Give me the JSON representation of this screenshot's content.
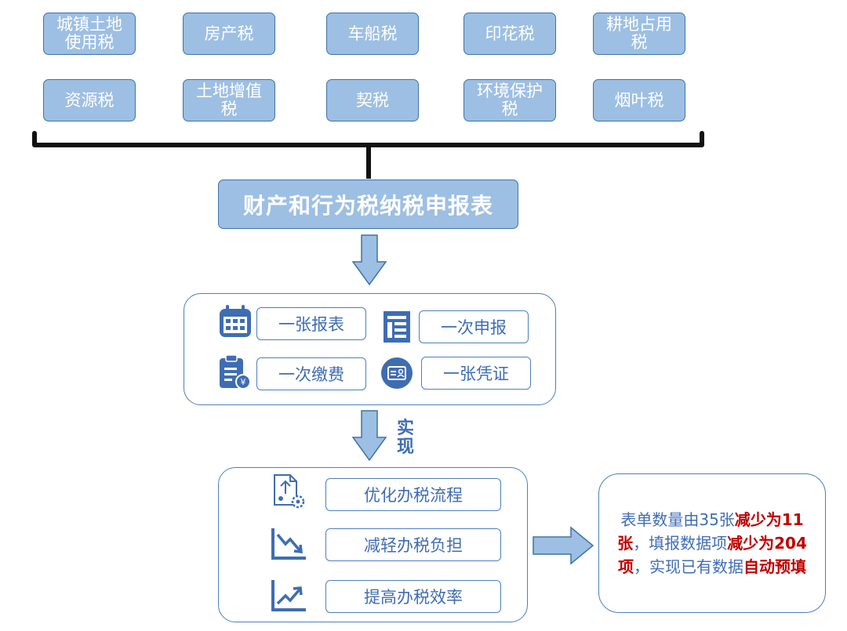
{
  "taxes_row1": [
    "城镇土地使用税",
    "房产税",
    "车船税",
    "印花税",
    "耕地占用税"
  ],
  "taxes_row2": [
    "资源税",
    "土地增值税",
    "契税",
    "环境保护税",
    "烟叶税"
  ],
  "main_title": "财产和行为税纳税申报表",
  "features": [
    "一张报表",
    "一次申报",
    "一次缴费",
    "一张凭证"
  ],
  "realize_label": "实现",
  "benefits": [
    "优化办税流程",
    "减轻办税负担",
    "提高办税效率"
  ],
  "result": {
    "t1": "表单数量由35张",
    "h1": "减少为11张",
    "t2": "，填报数据项",
    "h2": "减少为204项",
    "t3": "，实现已有数据",
    "h3": "自动预填"
  },
  "colors": {
    "box_fill": "#9dbfe3",
    "box_border": "#3f73a7",
    "accent_blue": "#3f6db2",
    "highlight_red": "#c00000",
    "brace": "#111111"
  }
}
